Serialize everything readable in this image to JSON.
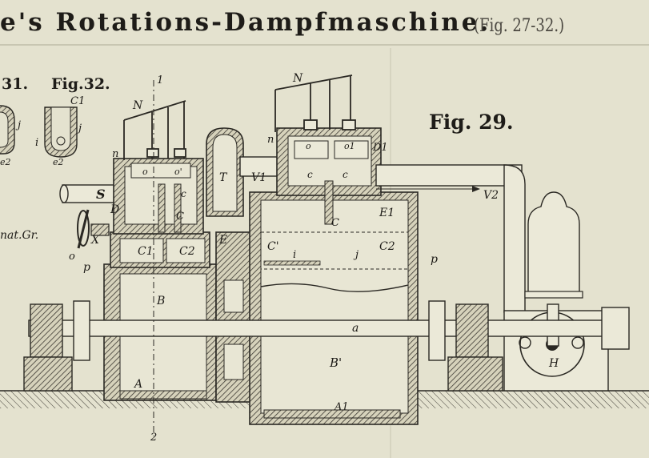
{
  "title": "e's Rotations-Dampfmaschine.",
  "subtitle": "(Fig. 27-32.)",
  "fig29_label": "Fig. 29.",
  "fig31_label": "31.",
  "fig32_label": "Fig.32.",
  "scale_note": "nat.Gr.",
  "labels": {
    "N_left": "N",
    "N_right": "N",
    "n_left": "n",
    "n_right": "n",
    "section_mark": "1",
    "section_mark_bottom": "2",
    "S": "S",
    "D": "D",
    "X": "X",
    "o_small": "o",
    "p_left": "p",
    "p_right": "p",
    "o_left1": "o",
    "o_left2": "o'",
    "c_left": "c",
    "C_left": "C",
    "C1_left": "C1",
    "C2_left": "C2",
    "E": "E",
    "T": "T",
    "V1": "V1",
    "B": "B",
    "A": "A",
    "B1": "B'",
    "A1": "A1",
    "o_right1": "o",
    "o_right2": "o1",
    "D1": "D1",
    "c_right1": "c",
    "c_right2": "c",
    "C_right": "C",
    "E1": "E1",
    "C1_right": "C'",
    "i": "i",
    "j": "j",
    "C2_right": "C2",
    "V2": "V2",
    "a": "a",
    "H": "H",
    "fig32_C1": "C1",
    "fig32_j": "j",
    "fig32_i": "i",
    "fig32_e2": "e2",
    "fig31_j": "j",
    "fig31_e2": "e2"
  }
}
